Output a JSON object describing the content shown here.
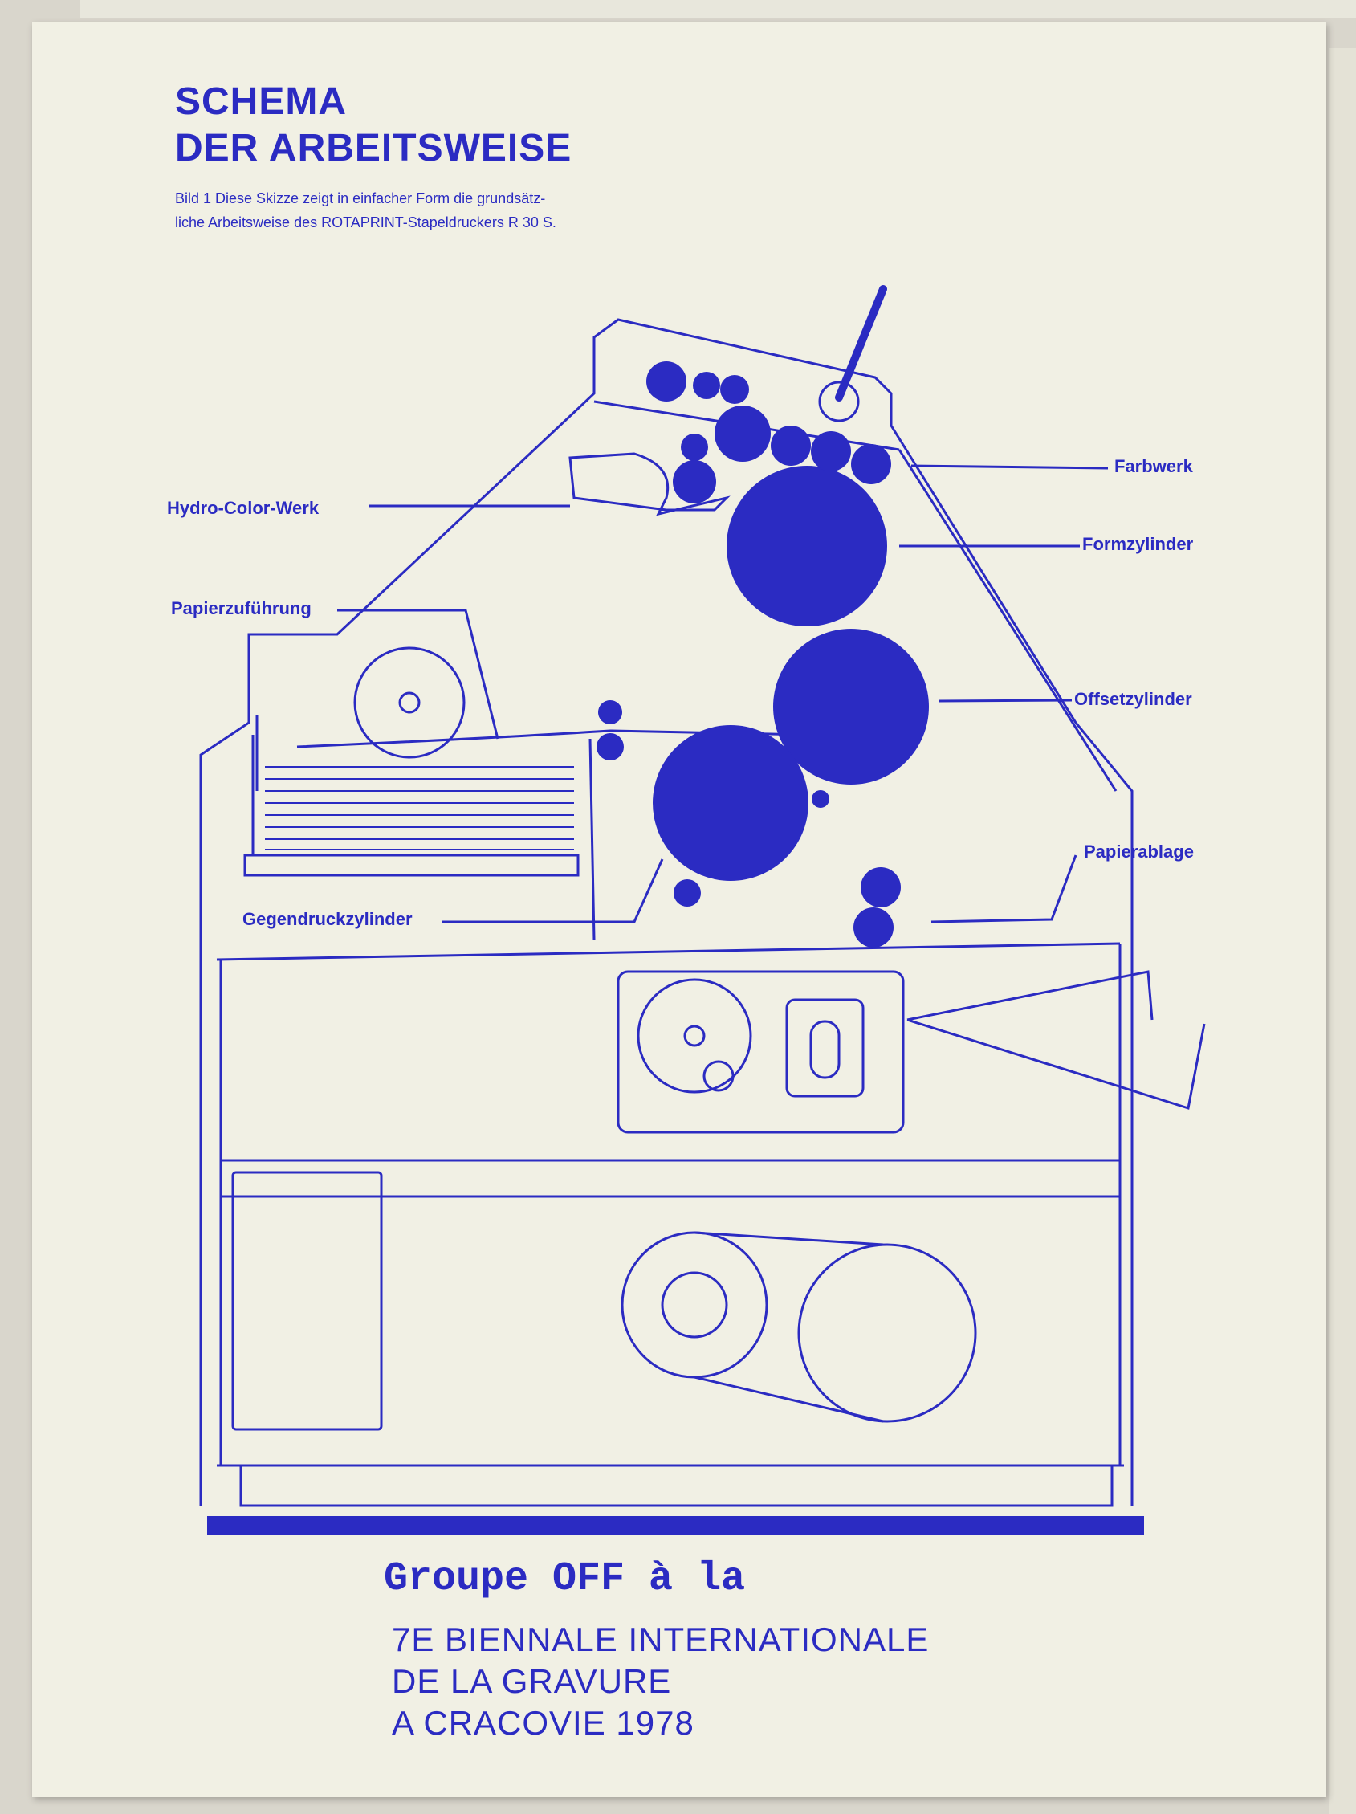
{
  "document": {
    "title_line1": "SCHEMA",
    "title_line2": "DER ARBEITSWEISE",
    "caption_line1": "Bild 1   Diese Skizze zeigt in einfacher Form die grundsätz-",
    "caption_line2": "liche Arbeitsweise des ROTAPRINT-Stapeldruckers R 30 S."
  },
  "labels": {
    "farbwerk": "Farbwerk",
    "formzylinder": "Formzylinder",
    "offsetzylinder": "Offsetzylinder",
    "papierablage": "Papierablage",
    "hydro_color_werk": "Hydro-Color-Werk",
    "papierzufuehrung": "Papierzuführung",
    "gegendruckzylinder": "Gegendruckzylinder"
  },
  "footer": {
    "line1": "Groupe OFF à la",
    "line2": "7E BIENNALE INTERNATIONALE",
    "line3": "DE LA GRAVURE",
    "line4": "A CRACOVIE 1978"
  },
  "colors": {
    "ink": "#2b2bc2",
    "paper": "#f1f0e4",
    "background": "#d9d6cc"
  }
}
